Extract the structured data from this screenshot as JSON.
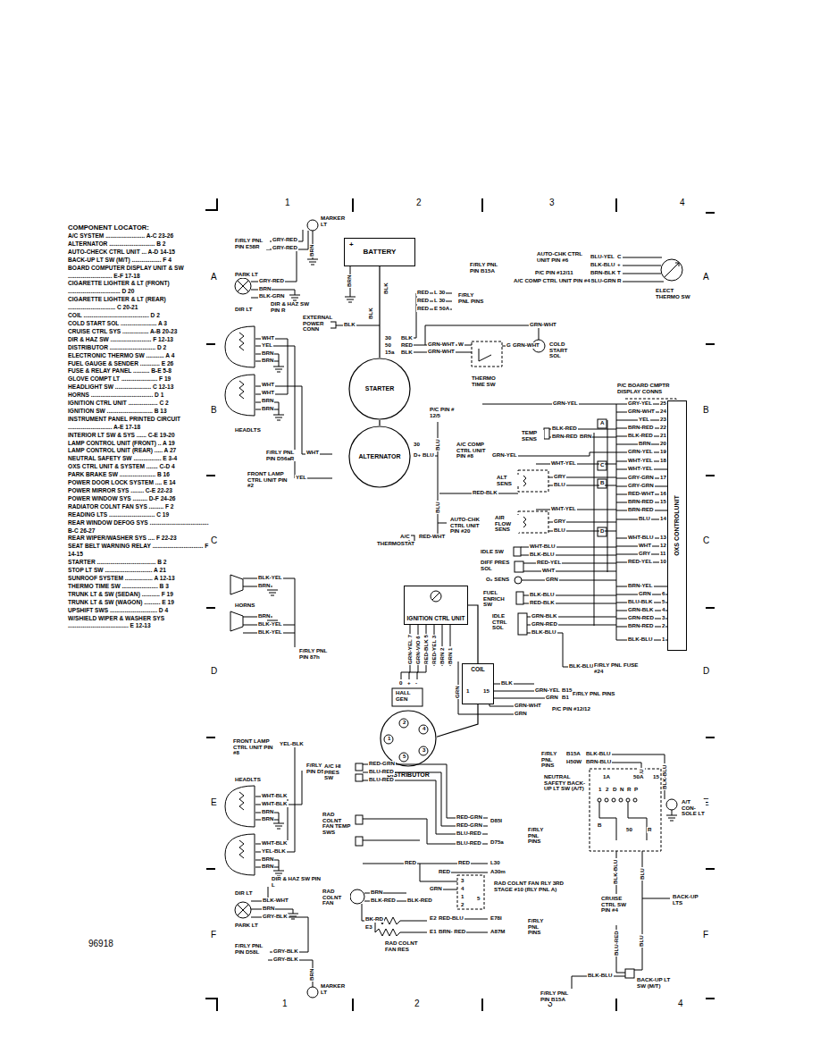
{
  "diagram": {
    "nodes": [
      {
        "text": [
          "BATTERY"
        ]
      },
      {
        "text": [
          "STARTER"
        ]
      },
      {
        "text": [
          "ALTERNATOR"
        ]
      },
      {
        "text": [
          "IGNITION CTRL UNIT"
        ]
      },
      {
        "text": [
          "COIL"
        ]
      },
      {
        "text": [
          "DISTRIBUTOR"
        ]
      },
      {
        "text": [
          "OXS CONTROLUNIT"
        ]
      }
    ],
    "edges": [
      {
        "from": 0,
        "to": 1,
        "arrow": "none"
      },
      {
        "from": 1,
        "to": 2,
        "arrow": "none"
      },
      {
        "from": 3,
        "to": 4,
        "arrow": "none"
      },
      {
        "from": 4,
        "to": 5,
        "arrow": "none"
      }
    ],
    "labels": [
      "COMPONENT LOCATOR:",
      "A/C SYSTEM ........................ A-C 23-26",
      "ALTERNATOR ............................ B 2",
      "AUTO-CHECK CTRL UNIT ... A-D 14-15",
      "BACK-UP LT SW (M/T) .................. F 4",
      "BOARD COMPUTER DISPLAY UNIT & SW ........................... E-F 17-18",
      "CIGARETTE LIGHTER & LT (FRONT) ................................ D 20",
      "CIGARETTE LIGHTER & LT (REAR) ............................. C 20-21",
      "COIL ........................................ D 2",
      "COLD START SOL ...................... A 3",
      "CRUISE CTRL SYS ................ A-B 20-23",
      "DIR & HAZ SW ......................... F 12-13",
      "DISTRIBUTOR ............................ D 2",
      "ELECTRONIC THERMO SW ........... A 4",
      "FUEL GAUGE & SENDER ............ E 26",
      "FUSE & RELAY PANEL .......... B-E 5-8",
      "GLOVE COMPT LT ...................... F 19",
      "HEADLIGHT SW ...................... C 12-13",
      "HORNS ...................................... D 1",
      "IGNITION CTRL UNIT .................. C 2",
      "IGNITION SW ............................ B 13",
      "INSTRUMENT PANEL PRINTED CIRCUIT ........................... A-E 17-18",
      "INTERIOR LT SW & SYS ...... C-E 19-20",
      "LAMP CONTROL UNIT (FRONT) .. A 19",
      "LAMP CONTROL UNIT (REAR) ..... A 27",
      "NEUTRAL SAFETY SW ................. E 3-4",
      "OXS CTRL UNIT & SYSTEM ....... C-D 4",
      "PARK BRAKE SW ...................... B 16",
      "POWER DOOR LOCK SYSTEM .... E 14",
      "POWER MIRROR SYS ........ C-E 22-23",
      "POWER WINDOW SYS ......... D-F 24-26",
      "RADIATOR COLNT FAN SYS ......... F 2",
      "READING LTS ............................ C 19",
      "REAR WINDOW DEFOG SYS .................................... B-C 26-27",
      "REAR WIPER/WASHER SYS .... F 22-23",
      "SEAT BELT WARNING RELAY ............................... F 14-15",
      "STARTER .................................... B 2",
      "STOP LT SW ............................. A 21",
      "SUNROOF SYSTEM ................. A 12-13",
      "THERMO TIME SW ...................... B 3",
      "TRUNK LT & SW (SEDAN) ........... F 19",
      "TRUNK LT & SW (WAGON) .......... E 19",
      "UPSHIFT SWS ............................. D 4",
      "W/SHIELD WIPER & WASHER SYS ..................................... E 12-13",
      "1",
      "2",
      "3",
      "4",
      "A",
      "B",
      "C",
      "D",
      "E",
      "F",
      "A",
      "B",
      "C",
      "D",
      "E",
      "F",
      "1",
      "2",
      "3",
      "4",
      "96918",
      "MARKER LT",
      "F/RLY PNL PIN E58R",
      "GRY-RED",
      "GRY-RED",
      "BRN",
      "PARK LT",
      "GRY-RED",
      "BRN",
      "BLK-GRN",
      "DIR LT",
      "DIR & HAZ SW PIN R",
      "WHT",
      "YEL",
      "BRN",
      "BRN",
      "WHT",
      "WHT",
      "BRN",
      "BRN",
      "HEADLTS",
      "F/RLY PNL PIN D56aR",
      "WHT",
      "FRONT LAMP CTRL UNIT PIN #2",
      "YEL",
      "+",
      "BRN",
      "BLK",
      "RED",
      "L 30",
      "RED",
      "L 30",
      "RED",
      "E 50A",
      "F/RLY PNL PINS",
      "EXTERNAL POWER CONN",
      "BLK",
      "BLK",
      "30",
      "50",
      "15a",
      "BLK",
      "RED",
      "BLK",
      "GRN-WHT",
      "GRN-WHT",
      "W",
      "G",
      "GRN-WHT",
      "COLD START SOL",
      "GRN-WHT",
      "THERMO TIME SW",
      "P/C PIN # 12/5",
      "BLU",
      "30",
      "D+",
      "BLU",
      "BLU",
      "A/C COMP CTRL UNIT PIN #8",
      "GRN-YEL",
      "AUTO-CHK CTRL UNIT PIN #20",
      "RED-BLK",
      "A/C",
      "RED-WHT",
      "THERMOSTAT",
      "AUTO-CHK CTRL UNIT PIN #6",
      "F/RLY PNL PIN B15A",
      "BLU-YEL",
      "C",
      "BLK-BLU",
      "+",
      "BRN-BLK",
      "T",
      "BLU-GRN",
      "R",
      "P/C PIN #12/11",
      "A/C COMP CTRL UNIT PIN #4",
      "ELECT THERMO SW",
      "P/C BOARD CMPTR DISPLAY CONNS",
      "GRN-YEL",
      "GRY-YEL",
      "25",
      "GRN-WHT",
      "24",
      "YEL",
      "23",
      "BRN-RED",
      "22",
      "BLK-RED",
      "21",
      "BRN",
      "20",
      "GRN-YEL",
      "19",
      "WHT-YEL",
      "18",
      "WHT-YEL",
      "GRY-GRN",
      "17",
      "GRY-GRN",
      "RED-WHT",
      "16",
      "BRN-RED",
      "15",
      "BRN-RED",
      "BLU",
      "14",
      "WHT-BLU",
      "13",
      "WHT",
      "12",
      "GRY",
      "11",
      "RED-YEL",
      "10",
      "BRN-YEL",
      "GRN",
      "6",
      "BLU-BLK",
      "5",
      "GRN-BLK",
      "4",
      "GRN-RED",
      "3",
      "BRN-RED",
      "2",
      "BLK-BLU",
      "1",
      "A",
      "C",
      "B",
      "D",
      "TEMP SENS",
      "BLK-RED",
      "BRN-RED",
      "BRN",
      "WHT-YEL",
      "ALT SENS",
      "GRY",
      "BLU",
      "AIR FLOW SENS",
      "WHT-YEL",
      "GRY",
      "BLU",
      "IDLE SW",
      "WHT-BLU",
      "BLK-BLU",
      "DIFF PRES SOL",
      "RED-YEL",
      "WHT",
      "O₂ SENS",
      "GRN",
      "FUEL ENRICH SW",
      "BLK-BLU",
      "RED-BLK",
      "IDLE CTRL SOL",
      "GRN-BLK",
      "GRN-RED",
      "BLK-BLU",
      "BLK-BLU",
      "F/RLY PNL FUSE #24",
      "GRN-YEL 7",
      "GRN-VIO 6",
      "RED-BLK 5",
      "RED-YEL 3",
      "BRN 2",
      "BRN 1",
      "GRN",
      "1",
      "15",
      "BLK",
      "GRN-YEL",
      "B15",
      "GRN",
      "B1",
      "F/RLY PNL PINS",
      "GRN-WHT",
      "GRN",
      "P/C PIN #12/12",
      "0",
      "+",
      "-",
      "HALL GEN",
      "2",
      "4",
      "1",
      "3",
      "5",
      "FRONT LAMP CTRL UNIT PIN #8",
      "YEL-BLK",
      "F/RLY PNL PIN D56aL",
      "HEADLTS",
      "WHT-BLK",
      "WHT-BLK",
      "BRN",
      "BRN",
      "WHT-BLK",
      "YEL-BLK",
      "BRN",
      "BRN",
      "DIR & HAZ SW PIN L",
      "DIR LT",
      "BLK-WHT",
      "BRN",
      "GRY-BLK",
      "PARK LT",
      "F/RLY PNL PIN D58L",
      "GRY-BLK",
      "GRY-BLK",
      "BRN",
      "MARKER LT",
      "BLK-YEL",
      "BRN",
      "HORNS",
      "BRN",
      "BLK-YEL",
      "BLK-YEL",
      "F/RLY PNL PIN 87h",
      "A/C HI PRES SW",
      "RED-GRN",
      "BLU-RED",
      "BLU-RED",
      "RAD COLNT FAN TEMP SWS",
      "RED-GRN",
      "RED-GRN",
      "BLU-RED",
      "BLU-RED",
      "D85I",
      "D75a",
      "F/RLY PNL PINS",
      "RED",
      "RED",
      "L30",
      "RED",
      "A30m",
      "3",
      "GRN",
      "4",
      "1",
      "2",
      "5",
      "RAD COLNT FAN RLY 3RD STAGE #10 (RLY PNL A)",
      "RAD COLNT FAN",
      "BRN",
      "BLK-RED",
      "BLK-RED",
      "BK-RD",
      "E3",
      "E2",
      "RED-BLU",
      "E1",
      "BRN- RED",
      "E78I",
      "A87M",
      "F/RLY PNL PINS",
      "RAD COLNT FAN RES",
      "F/RLY PNL PINS",
      "B15A",
      "H50W",
      "BLK-BLU",
      "BRN-BLU",
      "BLU",
      "BLK-BLU",
      "1A",
      "50A",
      "15",
      "1",
      "2",
      "D",
      "N",
      "R",
      "P",
      "B",
      "50",
      "R",
      "NEUTRAL SAFETY BACK-UP LT SW (A/T)",
      "A/T CON- SOLE LT",
      "BLK-BLU",
      "BLU",
      "CRUISE CTRL SW PIN #4",
      "BACK-UP LTS",
      "BLU-RED",
      "BLU",
      "BLK-BLU",
      "BACK-UP LT SW (M/T)",
      "F/RLY PNL PIN B15A"
    ]
  }
}
